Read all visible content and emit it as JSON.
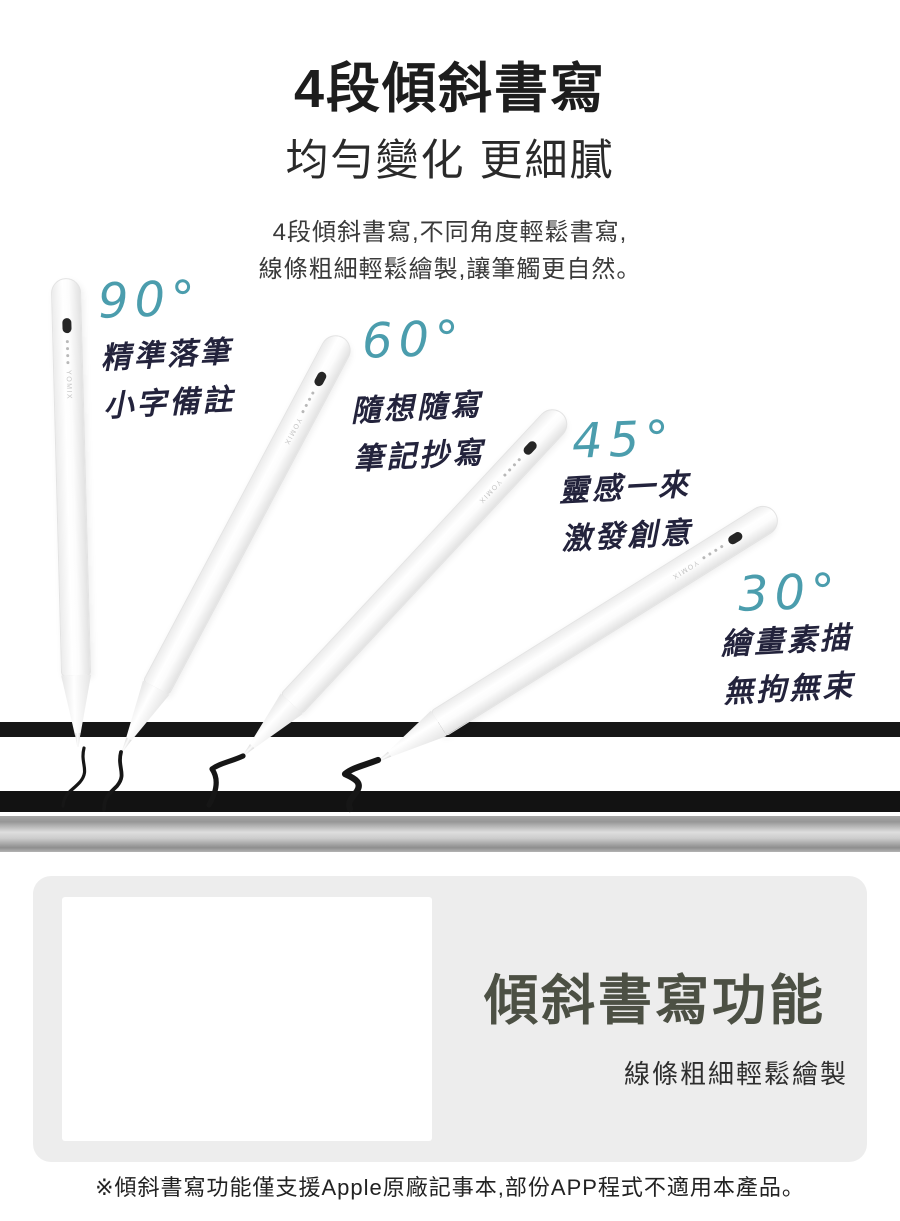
{
  "hero": {
    "title": "4段傾斜書寫",
    "subtitle": "均勻變化 更細膩",
    "description": [
      "4段傾斜書寫,不同角度輕鬆書寫,",
      "線條粗細輕鬆繪製,讓筆觸更自然。"
    ]
  },
  "pens": [
    {
      "angle": "90°",
      "caption": [
        "精準落筆",
        "小字備註"
      ],
      "brand": "YOMIX"
    },
    {
      "angle": "60°",
      "caption": [
        "隨想隨寫",
        "筆記抄寫"
      ],
      "brand": "YOMIX"
    },
    {
      "angle": "45°",
      "caption": [
        "靈感一來",
        "激發創意"
      ],
      "brand": "YOMIX"
    },
    {
      "angle": "30°",
      "caption": [
        "繪畫素描",
        "無拘無束"
      ],
      "brand": "YOMIX"
    }
  ],
  "feature": {
    "title": "傾斜書寫功能",
    "subtitle": "線條粗細輕鬆繪製"
  },
  "footnote": "※傾斜書寫功能僅支援Apple原廠記事本,部份APP程式不適用本產品。",
  "colors": {
    "accent_teal": "#4b9dad",
    "handwriting_ink": "#23233c",
    "feature_title": "#4c5044",
    "surface_bar": "#161616",
    "feature_box_bg": "#ededed"
  }
}
